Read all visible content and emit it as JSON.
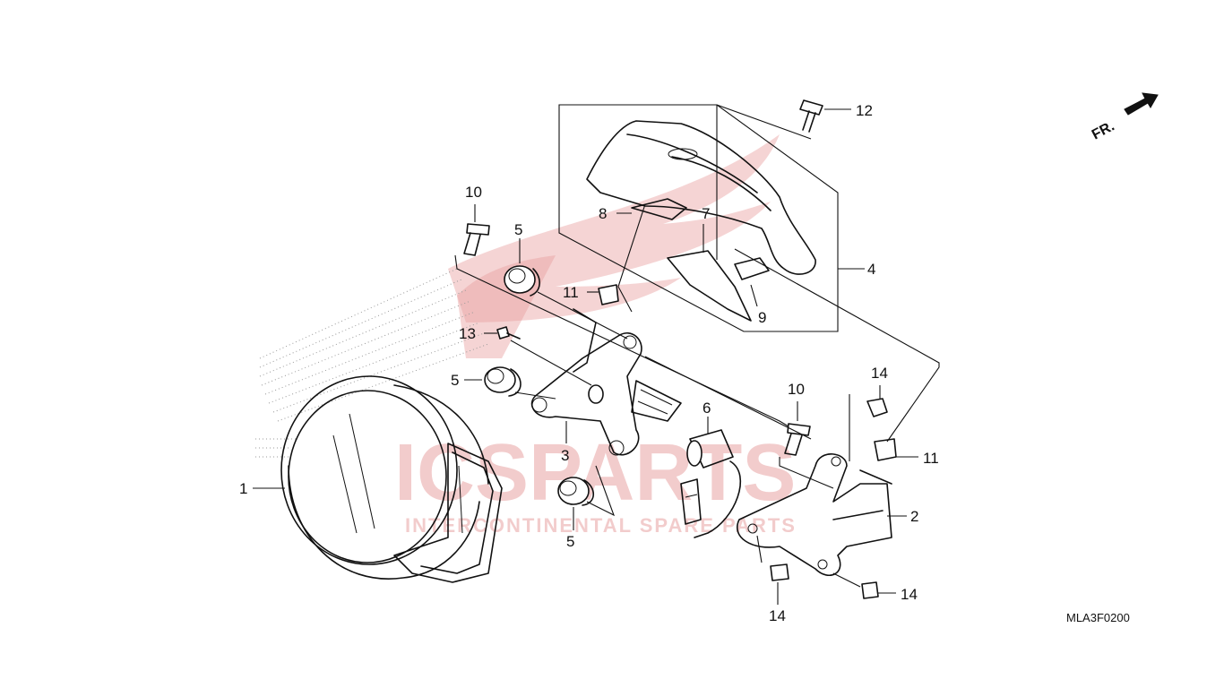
{
  "diagram": {
    "code": "MLA3F0200",
    "direction_label": "FR.",
    "watermark": {
      "brand": "ICSPARTS",
      "tagline": "INTERCONTINENTAL SPARE PARTS"
    },
    "callouts": [
      "1",
      "2",
      "3",
      "4",
      "5",
      "6",
      "7",
      "8",
      "9",
      "10",
      "11",
      "12",
      "13",
      "14"
    ]
  }
}
